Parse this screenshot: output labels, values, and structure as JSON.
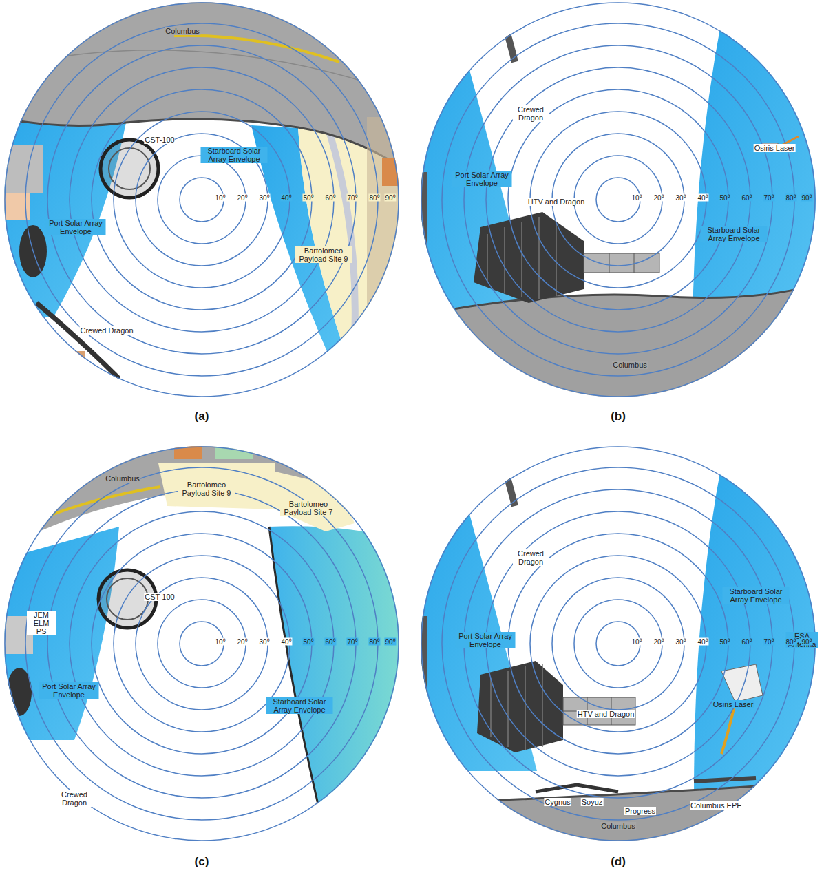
{
  "diagram": {
    "labels": [
      "Columbus",
      "CST-100",
      "Starboard Solar Array Envelope",
      "Port Solar Array Envelope",
      "Bartolomeo Payload Site 9",
      "Crewed Dragon",
      "10⁰",
      "20⁰",
      "30⁰",
      "40⁰",
      "50⁰",
      "60⁰",
      "70⁰",
      "80⁰",
      "90⁰",
      "(a)",
      "Crewed Dragon",
      "Osiris Laser",
      "Port Solar Array Envelope",
      "HTV and Dragon",
      "Starboard Solar Array Envelope",
      "Columbus",
      "10⁰",
      "20⁰",
      "30⁰",
      "40⁰",
      "50⁰",
      "60⁰",
      "70⁰",
      "80⁰",
      "90⁰",
      "(b)",
      "Columbus",
      "Bartolomeo Payload Site 9",
      "Bartolomeo Payload Site 7",
      "CST-100",
      "JEM ELM PS",
      "Port Solar Array Envelope",
      "Starboard Solar Array Envelope",
      "Crewed Dragon",
      "10⁰",
      "20⁰",
      "30⁰",
      "40⁰",
      "50⁰",
      "60⁰",
      "70⁰",
      "80⁰",
      "90⁰",
      "(c)",
      "Crewed Dragon",
      "Starboard Solar Array Envelope",
      "ESA Antenna",
      "Port Solar Array Envelope",
      "Osiris Laser",
      "HTV and Dragon",
      "Cygnus",
      "Soyuz",
      "Progress",
      "Columbus EPF",
      "Columbus",
      "10⁰",
      "20⁰",
      "30⁰",
      "40⁰",
      "50⁰",
      "60⁰",
      "70⁰",
      "80⁰",
      "90⁰",
      "(d)"
    ]
  }
}
